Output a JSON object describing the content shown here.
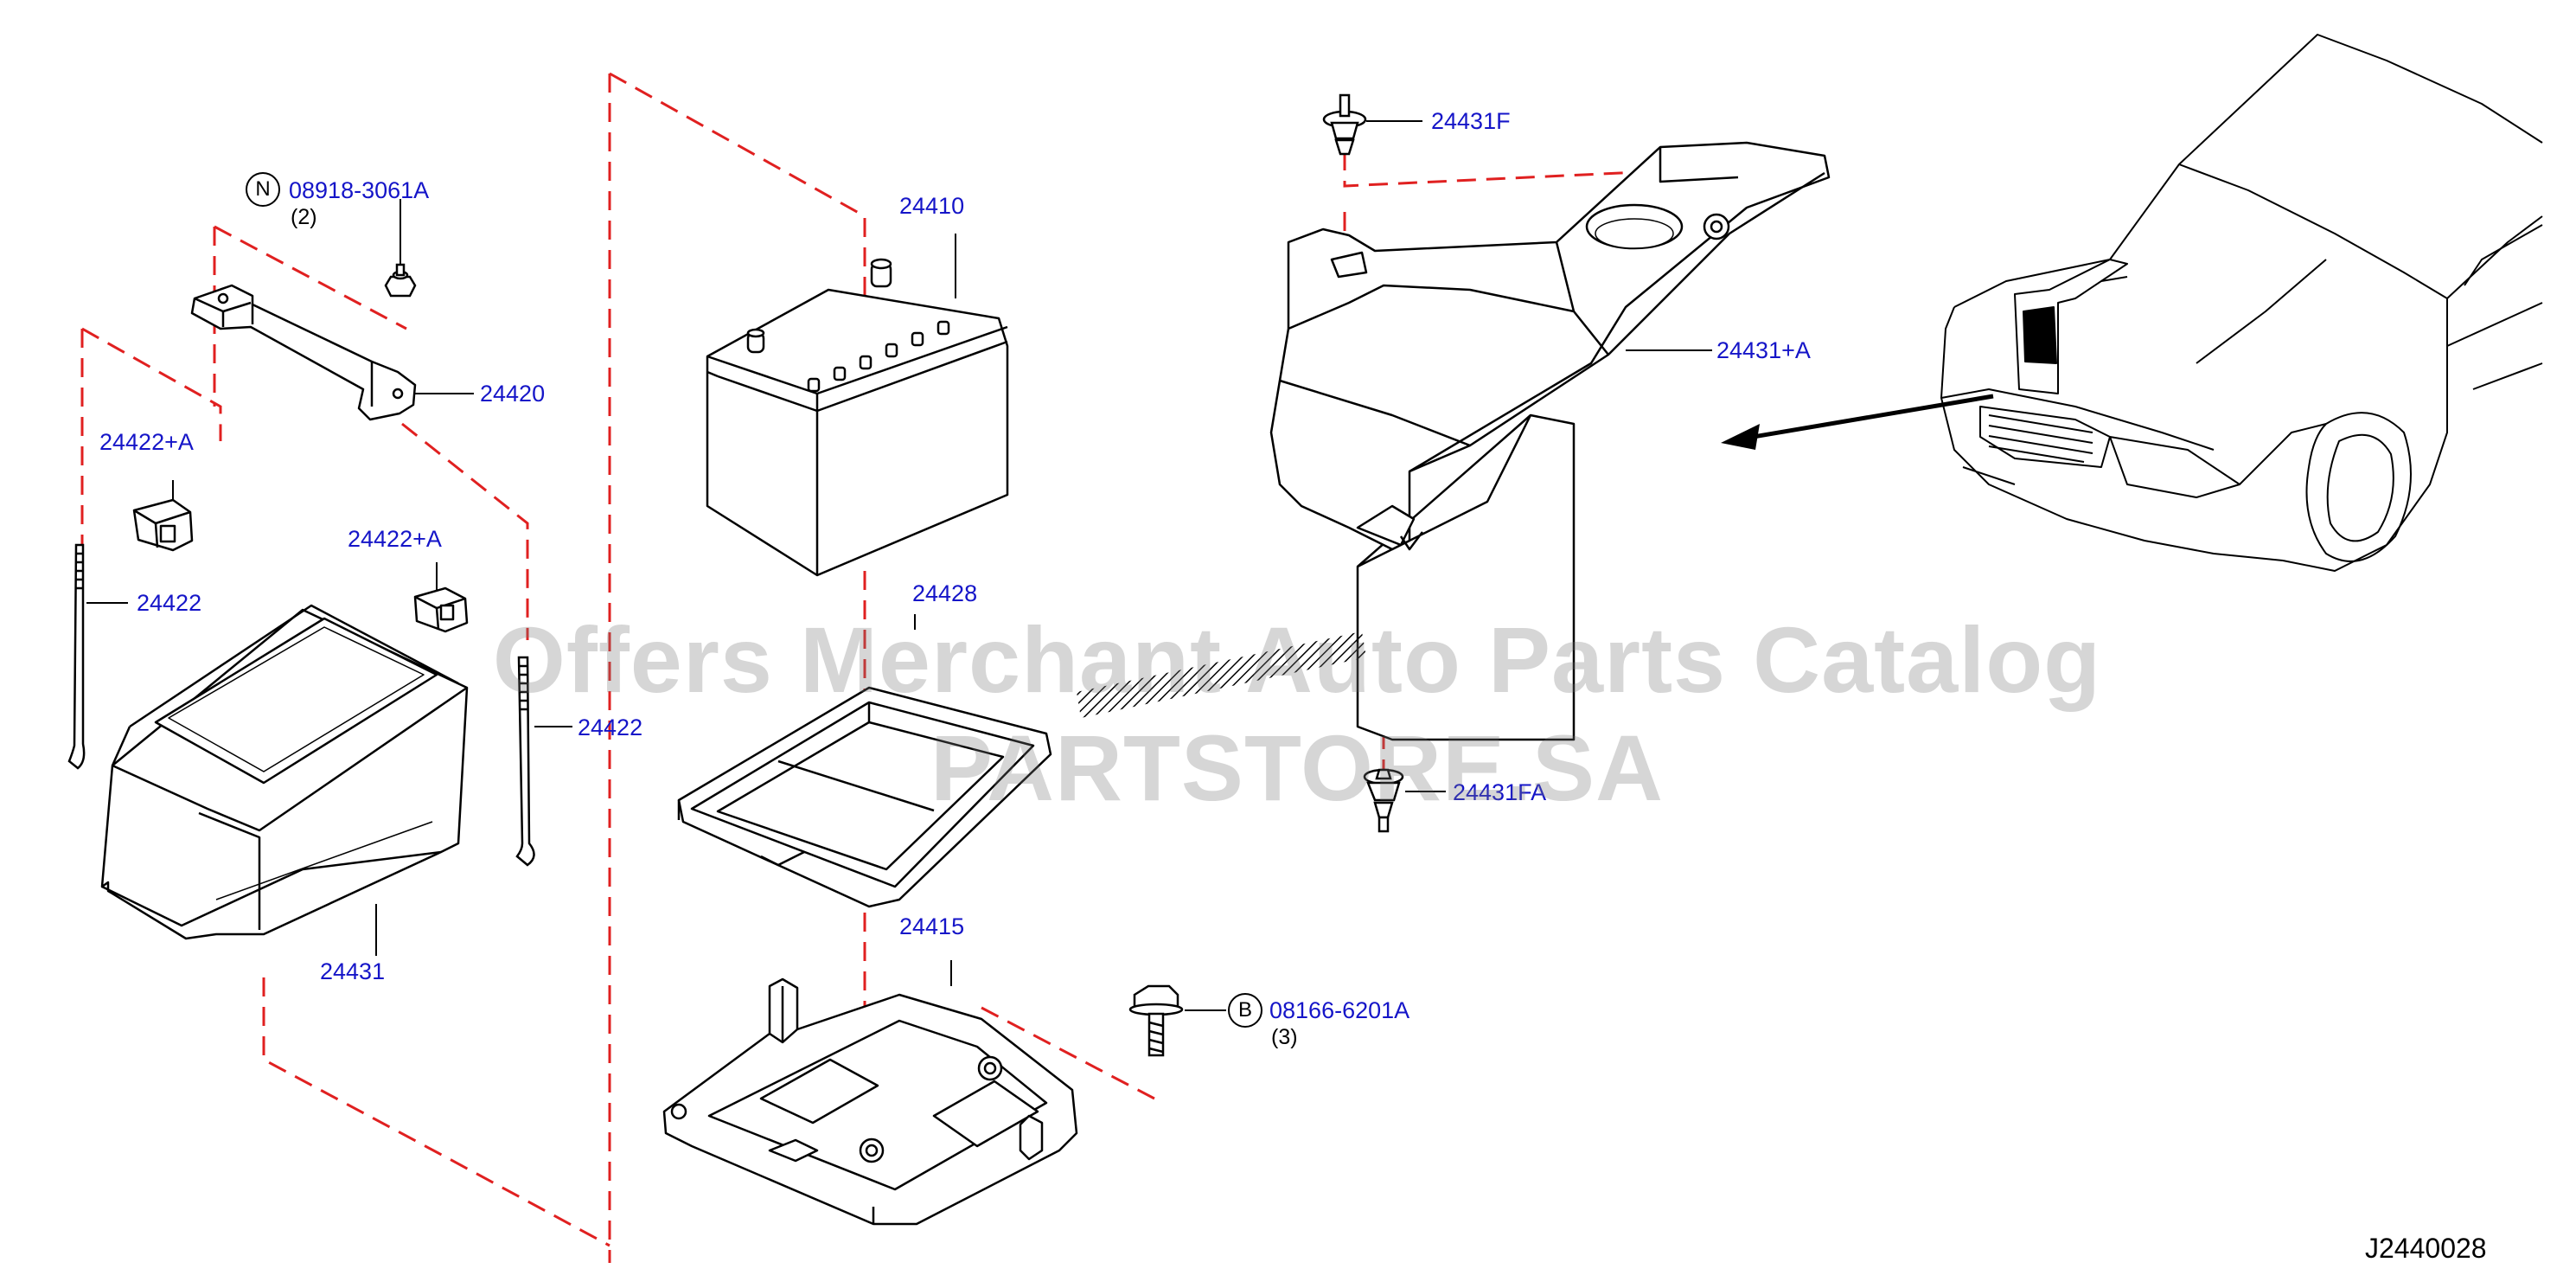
{
  "diagram": {
    "id_code": "J2440028",
    "watermark": "Offers Merchant Auto Parts Catalog PARTSTORE.SA"
  },
  "callouts": [
    {
      "key": "p08918",
      "text": "08918-3061A",
      "badge": "N",
      "qty": "(2)"
    },
    {
      "key": "p24420",
      "text": "24420"
    },
    {
      "key": "p24422A_1",
      "text": "24422+A"
    },
    {
      "key": "p24422A_2",
      "text": "24422+A"
    },
    {
      "key": "p24422_1",
      "text": "24422"
    },
    {
      "key": "p24422_2",
      "text": "24422"
    },
    {
      "key": "p24431",
      "text": "24431"
    },
    {
      "key": "p24410",
      "text": "24410"
    },
    {
      "key": "p24428",
      "text": "24428"
    },
    {
      "key": "p24415",
      "text": "24415"
    },
    {
      "key": "p08166",
      "text": "08166-6201A",
      "badge": "B",
      "qty": "(3)"
    },
    {
      "key": "p24431F",
      "text": "24431F"
    },
    {
      "key": "p24431A",
      "text": "24431+A"
    },
    {
      "key": "p24431FA",
      "text": "24431FA"
    }
  ],
  "colors": {
    "label": "#1515c8",
    "line": "#000000",
    "dashed": "#e02020",
    "fill": "#ffffff"
  }
}
